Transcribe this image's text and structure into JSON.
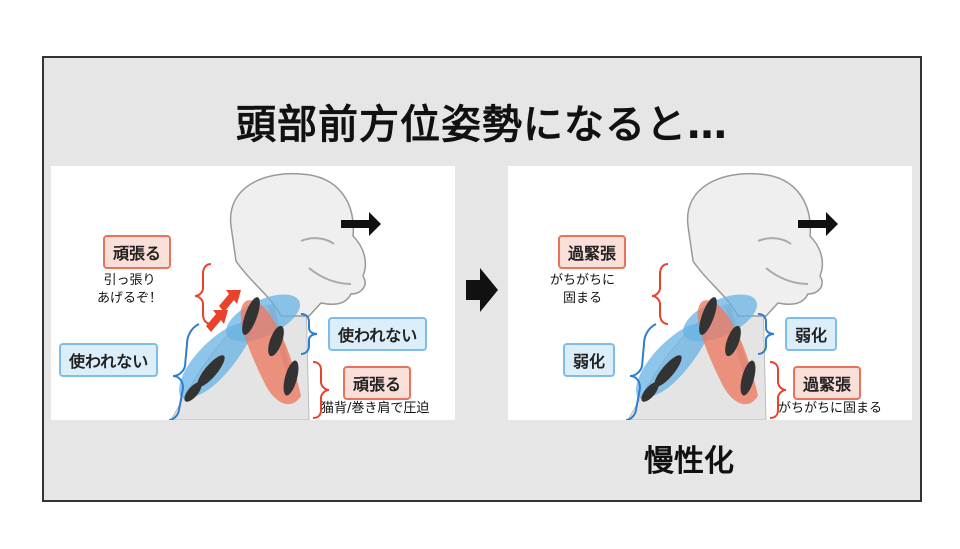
{
  "title": "頭部前方位姿勢になると…",
  "left_panel": {
    "top_label": "頑張る",
    "top_note_line1": "引っ張り",
    "top_note_line2": "あげるぞ！",
    "left_label": "使われない",
    "right_label": "使われない",
    "bottom_label": "頑張る",
    "bottom_note": "猫背/巻き肩で圧迫"
  },
  "right_panel": {
    "top_label": "過緊張",
    "top_note_line1": "がちがちに",
    "top_note_line2": "固まる",
    "left_label": "弱化",
    "right_label": "弱化",
    "bottom_label": "過緊張",
    "bottom_note": "がちがちに固まる"
  },
  "result": "慢性化",
  "colors": {
    "red_label_fill": "#fadfd8",
    "red_label_border": "#e8735d",
    "blue_label_fill": "#dceefa",
    "blue_label_border": "#7fbde8",
    "red_muscle": "#ec7b63",
    "blue_muscle": "#67b3e3",
    "background": "#e6e6e6"
  }
}
